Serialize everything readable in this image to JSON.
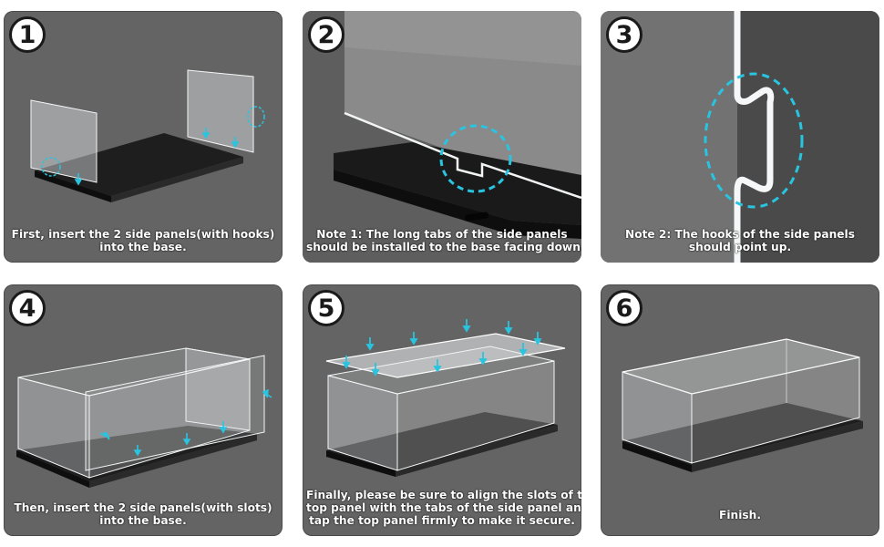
{
  "steps": [
    {
      "number": "1",
      "lines": [
        "First, insert the 2 side panels(with hooks)",
        "into the base."
      ]
    },
    {
      "number": "2",
      "lines": [
        "Note 1: The long tabs of the side panels",
        "should be installed to the base facing down."
      ]
    },
    {
      "number": "3",
      "lines": [
        "Note 2: The hooks of the side panels",
        "should point up."
      ]
    },
    {
      "number": "4",
      "lines": [
        "Then, insert the 2 side panels(with slots)",
        "into the base."
      ]
    },
    {
      "number": "5",
      "lines": [
        "Finally, please be sure to align the slots of the",
        "top panel with the tabs of the side panel and",
        "tap the top panel firmly to make it secure."
      ]
    },
    {
      "number": "6",
      "lines": [
        "Finish."
      ]
    }
  ],
  "colors": {
    "panel_background": "#646464",
    "accent_cyan": "#29c4e0",
    "base_black": "#1e1e1e",
    "acrylic": "#d9dde0",
    "caption_text": "#ffffff"
  }
}
